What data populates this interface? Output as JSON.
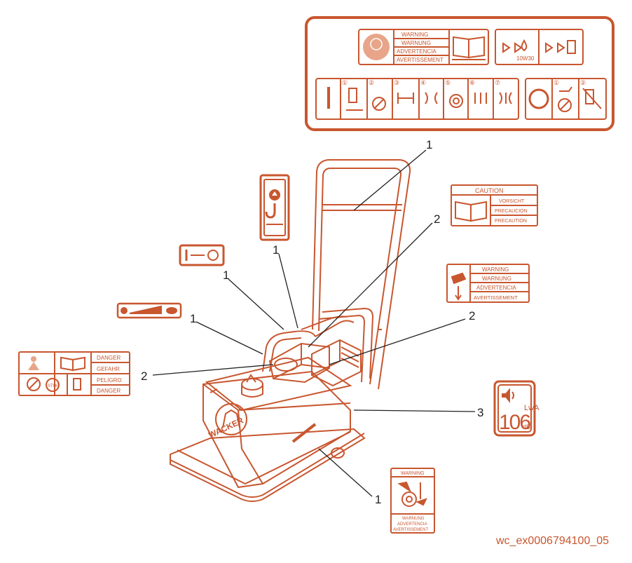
{
  "colors": {
    "stroke": "#c8562f",
    "callout_line": "#222222",
    "background": "#ffffff"
  },
  "decal_group": {
    "warning_block": [
      "WARNING",
      "WARNUNG",
      "ADVERTENCIA",
      "AVERTISSEMENT"
    ],
    "oil_text": "10W30",
    "steps": [
      "①",
      "②",
      "③",
      "④",
      "⑤",
      "⑥",
      "⑦"
    ],
    "stop_steps": [
      "①",
      "②"
    ]
  },
  "caution_decal": [
    "CAUTION",
    "VORSICHT",
    "PRECAUCION",
    "PRECAUTION"
  ],
  "crush_decal": [
    "WARNING",
    "WARNUNG",
    "ADVERTENCIA",
    "AVERTISSEMENT"
  ],
  "danger_decal": [
    "DANGER",
    "GEFAHR",
    "PELIGRO",
    "DANGER"
  ],
  "danger_stop": "STOP",
  "sound_decal": {
    "value": "106",
    "unit": "dB",
    "lwa": "LwA"
  },
  "belt_decal": {
    "top": "WARNING",
    "bottom": [
      "WARNUNG",
      "ADVERTENCIA",
      "AVERTISSEMENT"
    ]
  },
  "callouts": [
    "1",
    "1",
    "1",
    "1",
    "1",
    "2",
    "2",
    "2",
    "3"
  ],
  "footer_id": "wc_ex0006794100_05",
  "icons": [
    "hearing-protection-icon",
    "manual-book-icon",
    "oil-icon",
    "fuel-icon",
    "lifting-hook-icon",
    "throttle-icon",
    "choke-icon",
    "sound-power-icon",
    "crush-hazard-icon",
    "belt-guard-icon"
  ]
}
